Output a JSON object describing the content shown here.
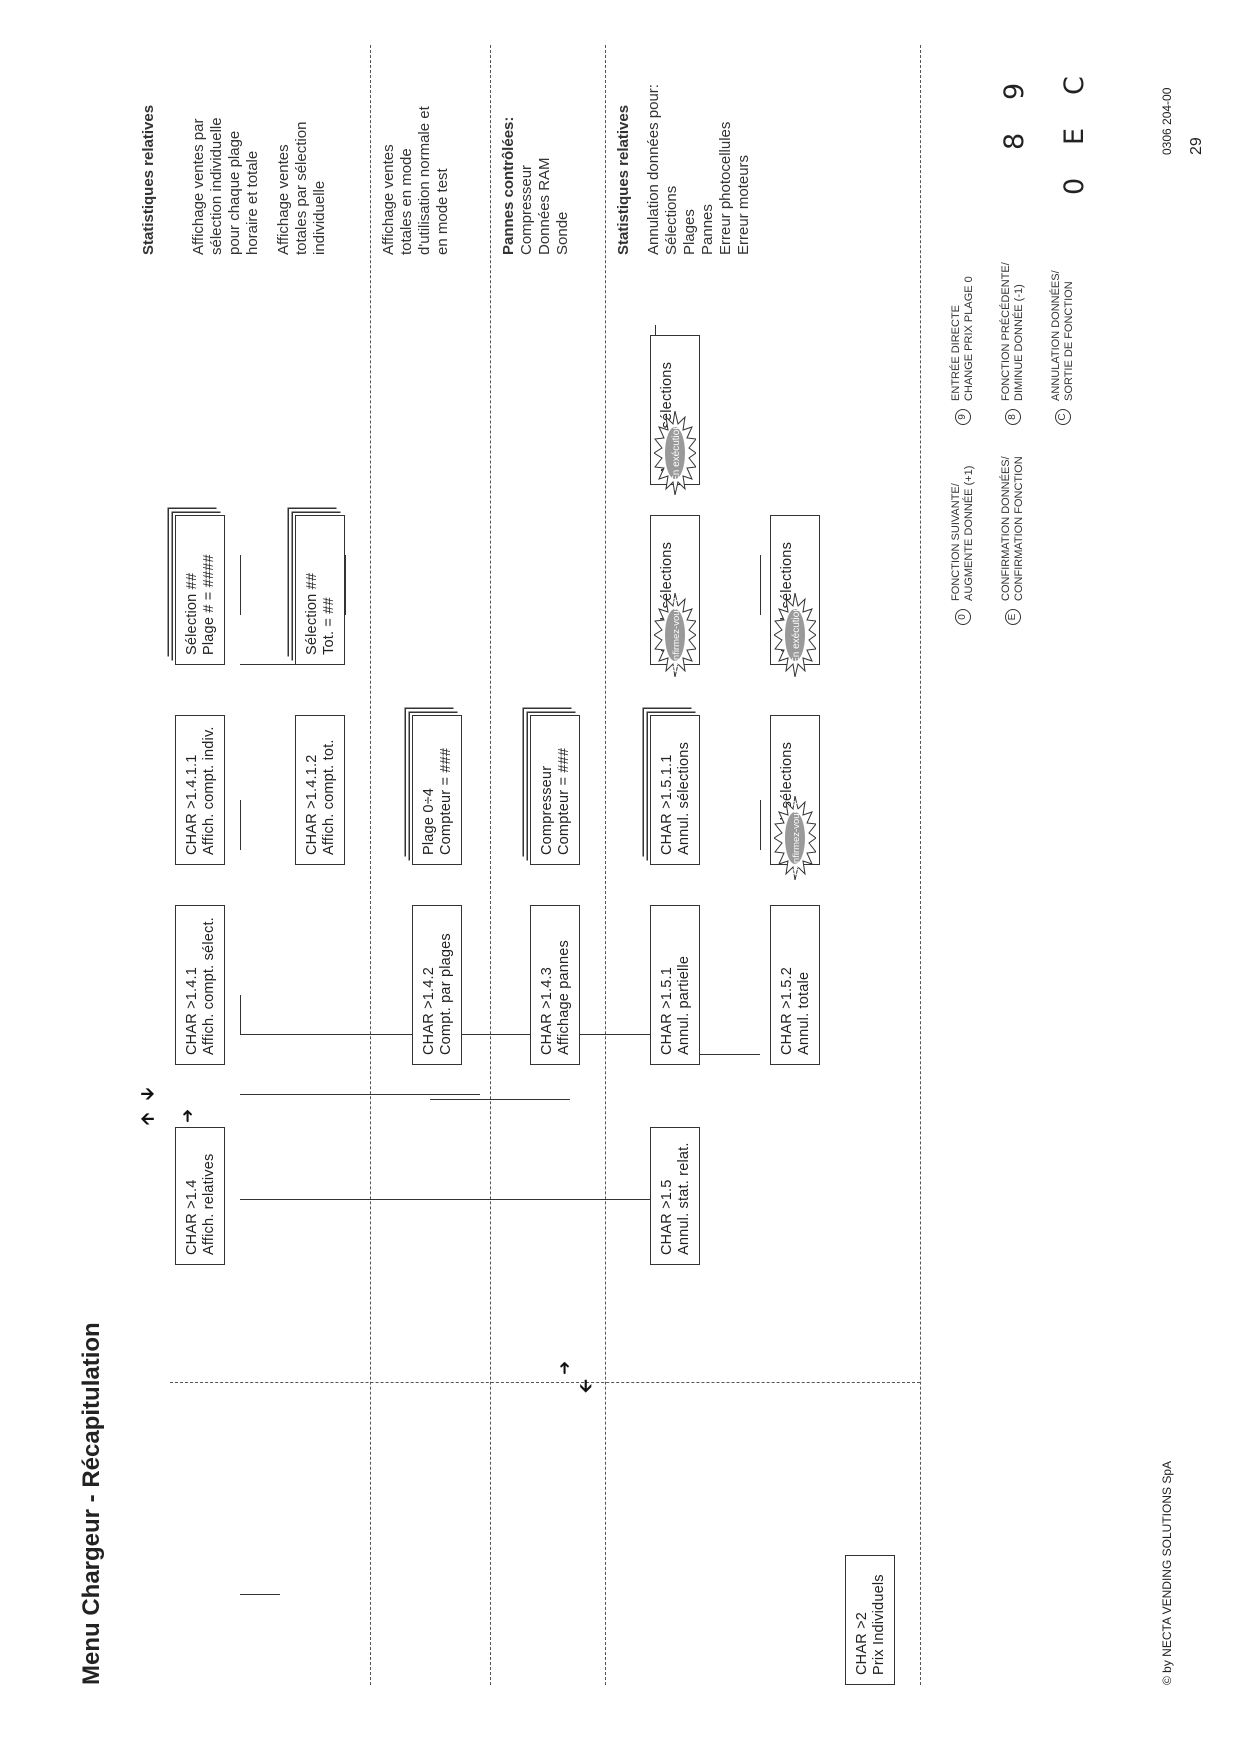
{
  "page": {
    "title": "Menu Chargeur - Récapitulation",
    "copyright": "© by NECTA VENDING SOLUTIONS SpA",
    "page_number": "29",
    "doc_code": "0306 204-00"
  },
  "boxes": {
    "char2": {
      "l1": "CHAR >2",
      "l2": "Prix Individuels"
    },
    "char14": {
      "l1": "CHAR >1.4",
      "l2": "Affich.  relatives"
    },
    "char141": {
      "l1": "CHAR >1.4.1",
      "l2": "Affich.  compt.  sélect."
    },
    "char1411": {
      "l1": "CHAR >1.4.1.1",
      "l2": "Affich.  compt.  indiv."
    },
    "sel_plage": {
      "l1": "Sélection ##",
      "l2": "Plage  #  = ####"
    },
    "char1412": {
      "l1": "CHAR >1.4.1.2",
      "l2": "Affich. compt. tot."
    },
    "sel_tot": {
      "l1": "Sélection ##",
      "l2": "Tot.  = ##"
    },
    "char142": {
      "l1": "CHAR >1.4.2",
      "l2": "Compt.  par plages"
    },
    "plage": {
      "l1": "Plage  0÷4",
      "l2": "Compteur  =        ###"
    },
    "char143": {
      "l1": "CHAR >1.4.3",
      "l2": "Affichage  pannes"
    },
    "compresseur": {
      "l1": "Compresseur",
      "l2": "Compteur  =        ###"
    },
    "char15": {
      "l1": "CHAR >1.5",
      "l2": "Annul.  stat.  relat."
    },
    "char151": {
      "l1": "CHAR >1.5.1",
      "l2": "Annul.  partielle"
    },
    "char1511": {
      "l1": "CHAR >1.5.1.1",
      "l2": "Annul.  sélections"
    },
    "annul_conf_1": {
      "l1": "Annul.  sélections"
    },
    "annul_exec_1": {
      "l1": "Annul.  sélections"
    },
    "char152": {
      "l1": "CHAR >1.5.2",
      "l2": "Annul.  totale"
    },
    "annul_conf_2": {
      "l1": "Annul.  sélections"
    },
    "annul_exec_2": {
      "l1": "Annul.  sélections"
    }
  },
  "bursts": {
    "confirm": "Confirmez-vous ?",
    "exec": "En exécution"
  },
  "side": {
    "stat1_heading": "Statistiques relatives",
    "stat1_p1": [
      "Affichage ventes par",
      "sélection individuelle",
      "pour chaque plage",
      "horaire et totale"
    ],
    "stat1_p2": [
      "Affichage ventes",
      "totales par sélection",
      "individuelle"
    ],
    "stat1_p3": [
      "Affichage ventes",
      "totales en mode",
      "d'utilisation normale et",
      "en mode test"
    ],
    "pannes_heading": "Pannes  contrôlées:",
    "pannes_items": [
      "Compresseur",
      "Données RAM",
      "Sonde"
    ],
    "stat2_heading": "Statistiques relatives",
    "stat2_intro": "Annulation données pour:",
    "stat2_items": [
      "Sélections",
      "Plages",
      "Pannes",
      "Erreur photocellules",
      "Erreur moteurs"
    ]
  },
  "legend": [
    {
      "key": "0",
      "l1": "FONCTION SUIVANTE/",
      "l2": "AUGMENTE DONNÉE (+1)"
    },
    {
      "key": "9",
      "l1": "ENTRÉE DIRECTE",
      "l2": "CHANGE PRIX PLAGE 0"
    },
    {
      "key": "E",
      "l1": "CONFIRMATION DONNÉES/",
      "l2": "CONFIRMATION FONCTION"
    },
    {
      "key": "8",
      "l1": "FONCTION PRÉCÉDENTE/",
      "l2": "DIMINUE DONNÉE (-1)"
    },
    {
      "key": "C",
      "l1": "ANNULATION DONNÉES/",
      "l2": "SORTIE DE FONCTION"
    }
  ],
  "keypad": {
    "row1": [
      "8",
      "9"
    ],
    "row2": [
      "0",
      "E",
      "C"
    ]
  }
}
